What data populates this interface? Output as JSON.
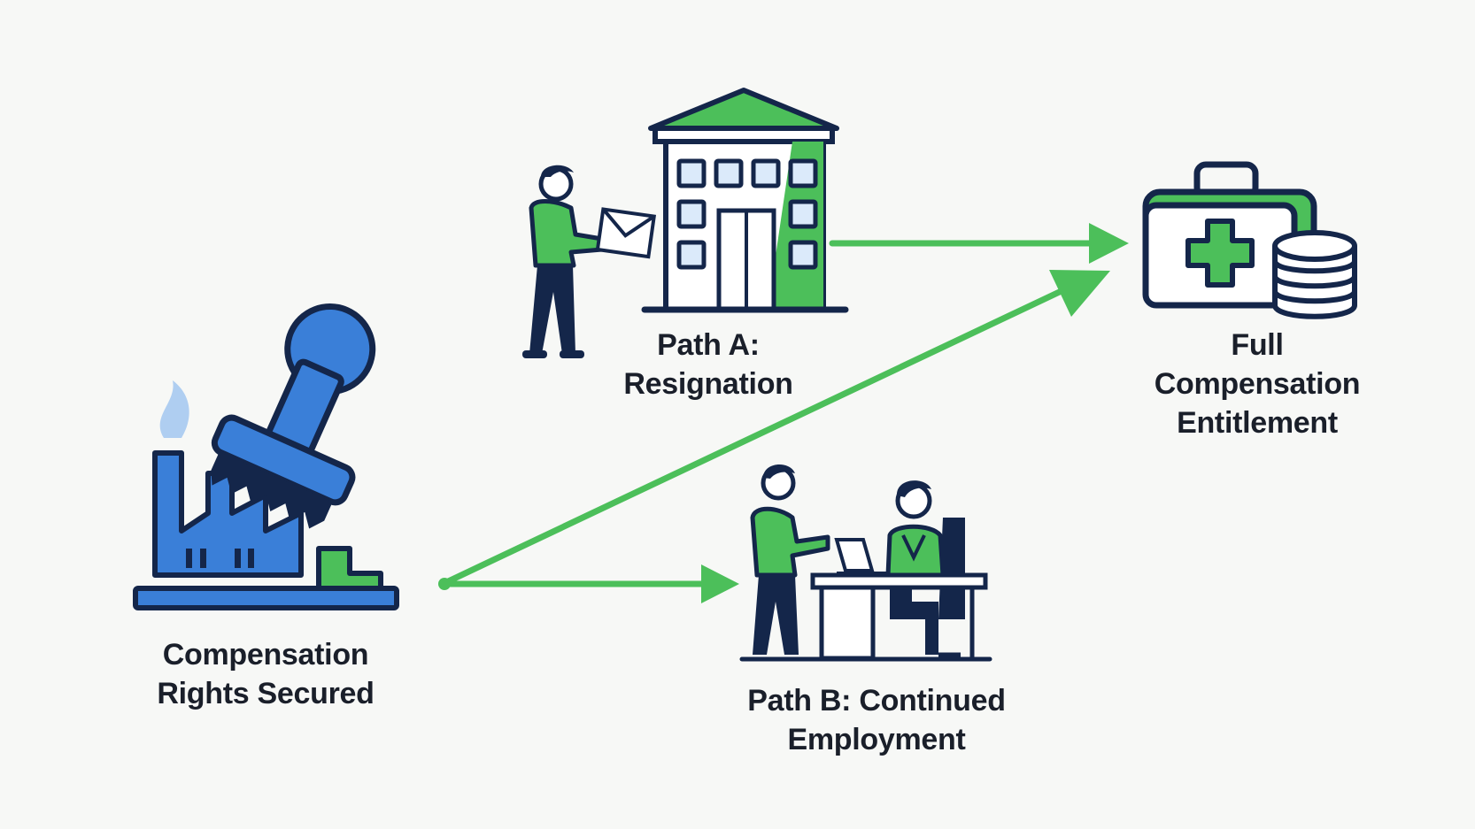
{
  "diagram": {
    "nodes": {
      "source": {
        "label_lines": [
          "Compensation",
          "Rights Secured"
        ],
        "icon": "factory-with-approval-stamp-icon"
      },
      "path_a": {
        "label_lines": [
          "Path A:",
          "Resignation"
        ],
        "icon": "person-handing-resignation-letter-at-office-building-icon"
      },
      "path_b": {
        "label_lines": [
          "Path B: Continued",
          "Employment"
        ],
        "icon": "employee-working-with-manager-at-desk-icon"
      },
      "target": {
        "label_lines": [
          "Full",
          "Compensation",
          "Entitlement"
        ],
        "icon": "medical-kit-and-coin-stack-icon"
      }
    },
    "edges": [
      {
        "from": "source",
        "to": "path_b"
      },
      {
        "from": "source",
        "to": "target"
      },
      {
        "from": "path_a",
        "to": "target"
      }
    ],
    "colors": {
      "green": "#4cbf5a",
      "blue": "#3a7fd8",
      "navy": "#14264a",
      "light_blue": "#dbeafa",
      "background": "#f7f8f6"
    }
  }
}
